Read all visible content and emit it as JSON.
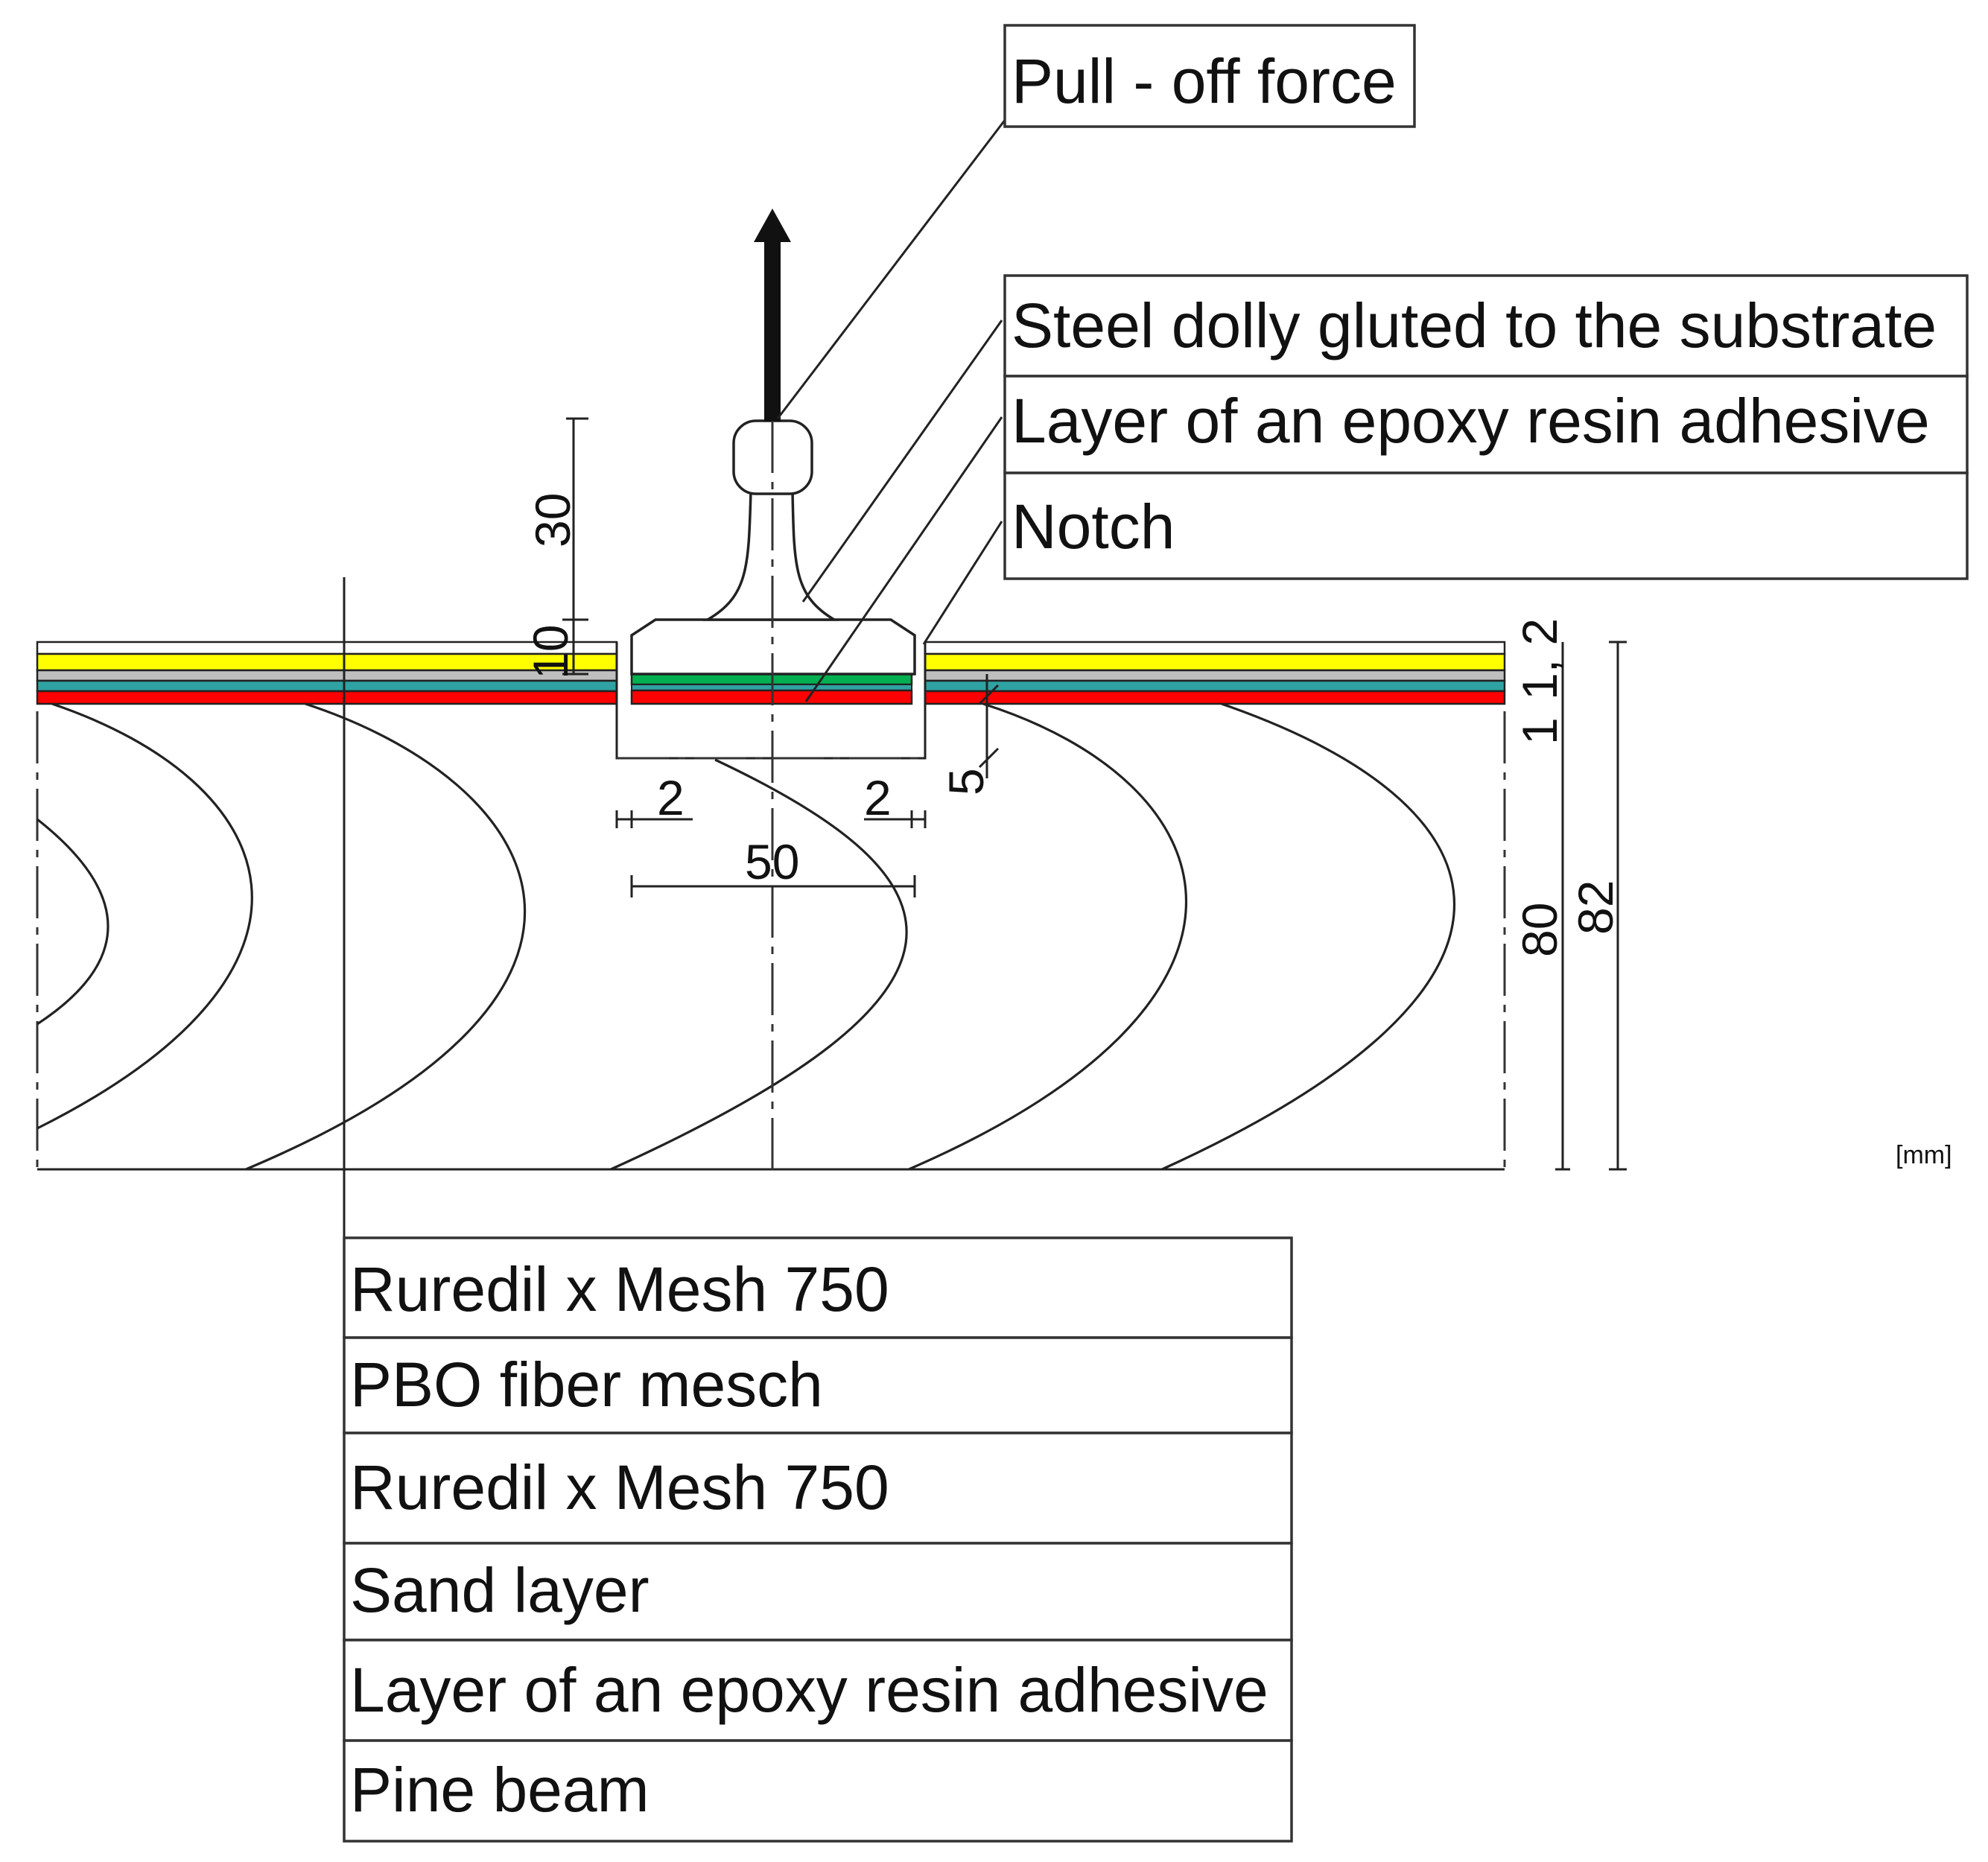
{
  "callouts_top": {
    "pull_off_force": "Pull - off force",
    "steel_dolly": "Steel dolly gluted to the substrate",
    "epoxy_adhesive": "Layer of an epoxy resin adhesive",
    "notch": "Notch"
  },
  "callouts_bottom": [
    "Ruredil x Mesh 750",
    "PBO fiber mesch",
    "Ruredil x Mesh 750",
    "Sand layer",
    "Layer of an epoxy resin adhesive",
    "Pine beam"
  ],
  "dimensions": {
    "d30": "30",
    "d10": "10",
    "d2_left": "2",
    "d2_right": "2",
    "d50": "50",
    "d5": "5",
    "d1_2": "1, 2",
    "d1": "1",
    "d80": "80",
    "d82": "82"
  },
  "unit_label": "[mm]",
  "layer_colors": {
    "top_white": "#ffffff",
    "yellow": "#ffff00",
    "gray": "#bfbfbf",
    "green": "#00b050",
    "teal": "#2fa3a3",
    "red": "#ff0000"
  }
}
